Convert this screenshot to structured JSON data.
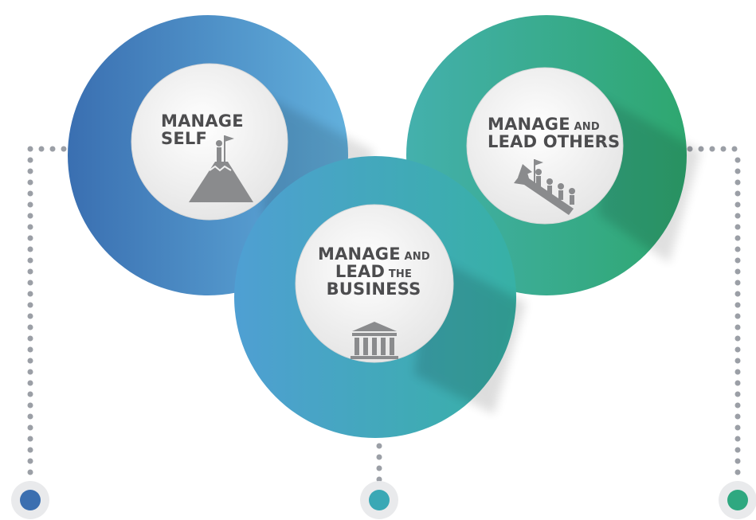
{
  "nodes": [
    {
      "id": "self",
      "lines": [
        {
          "big": "MANAGE",
          "small": ""
        },
        {
          "big": "SELF",
          "small": ""
        }
      ],
      "icon": "mountain-flag-icon"
    },
    {
      "id": "business",
      "lines": [
        {
          "big": "MANAGE",
          "small": " AND"
        },
        {
          "big": "LEAD",
          "small": " THE"
        },
        {
          "big": "BUSINESS",
          "small": ""
        }
      ],
      "icon": "building-columns-icon"
    },
    {
      "id": "others",
      "lines": [
        {
          "big": "MANAGE",
          "small": " AND"
        },
        {
          "big": "LEAD OTHERS",
          "small": ""
        }
      ],
      "icon": "people-climbing-arrow-icon"
    }
  ],
  "colors": {
    "blue_dark": "#3a6fb1",
    "blue_light": "#5aa7d6",
    "teal": "#3ab0a6",
    "green": "#2ea873",
    "text": "#4d4d4f",
    "icon": "#8a8b8d",
    "dots": "#9b9fa6",
    "circle": "#ececec"
  }
}
